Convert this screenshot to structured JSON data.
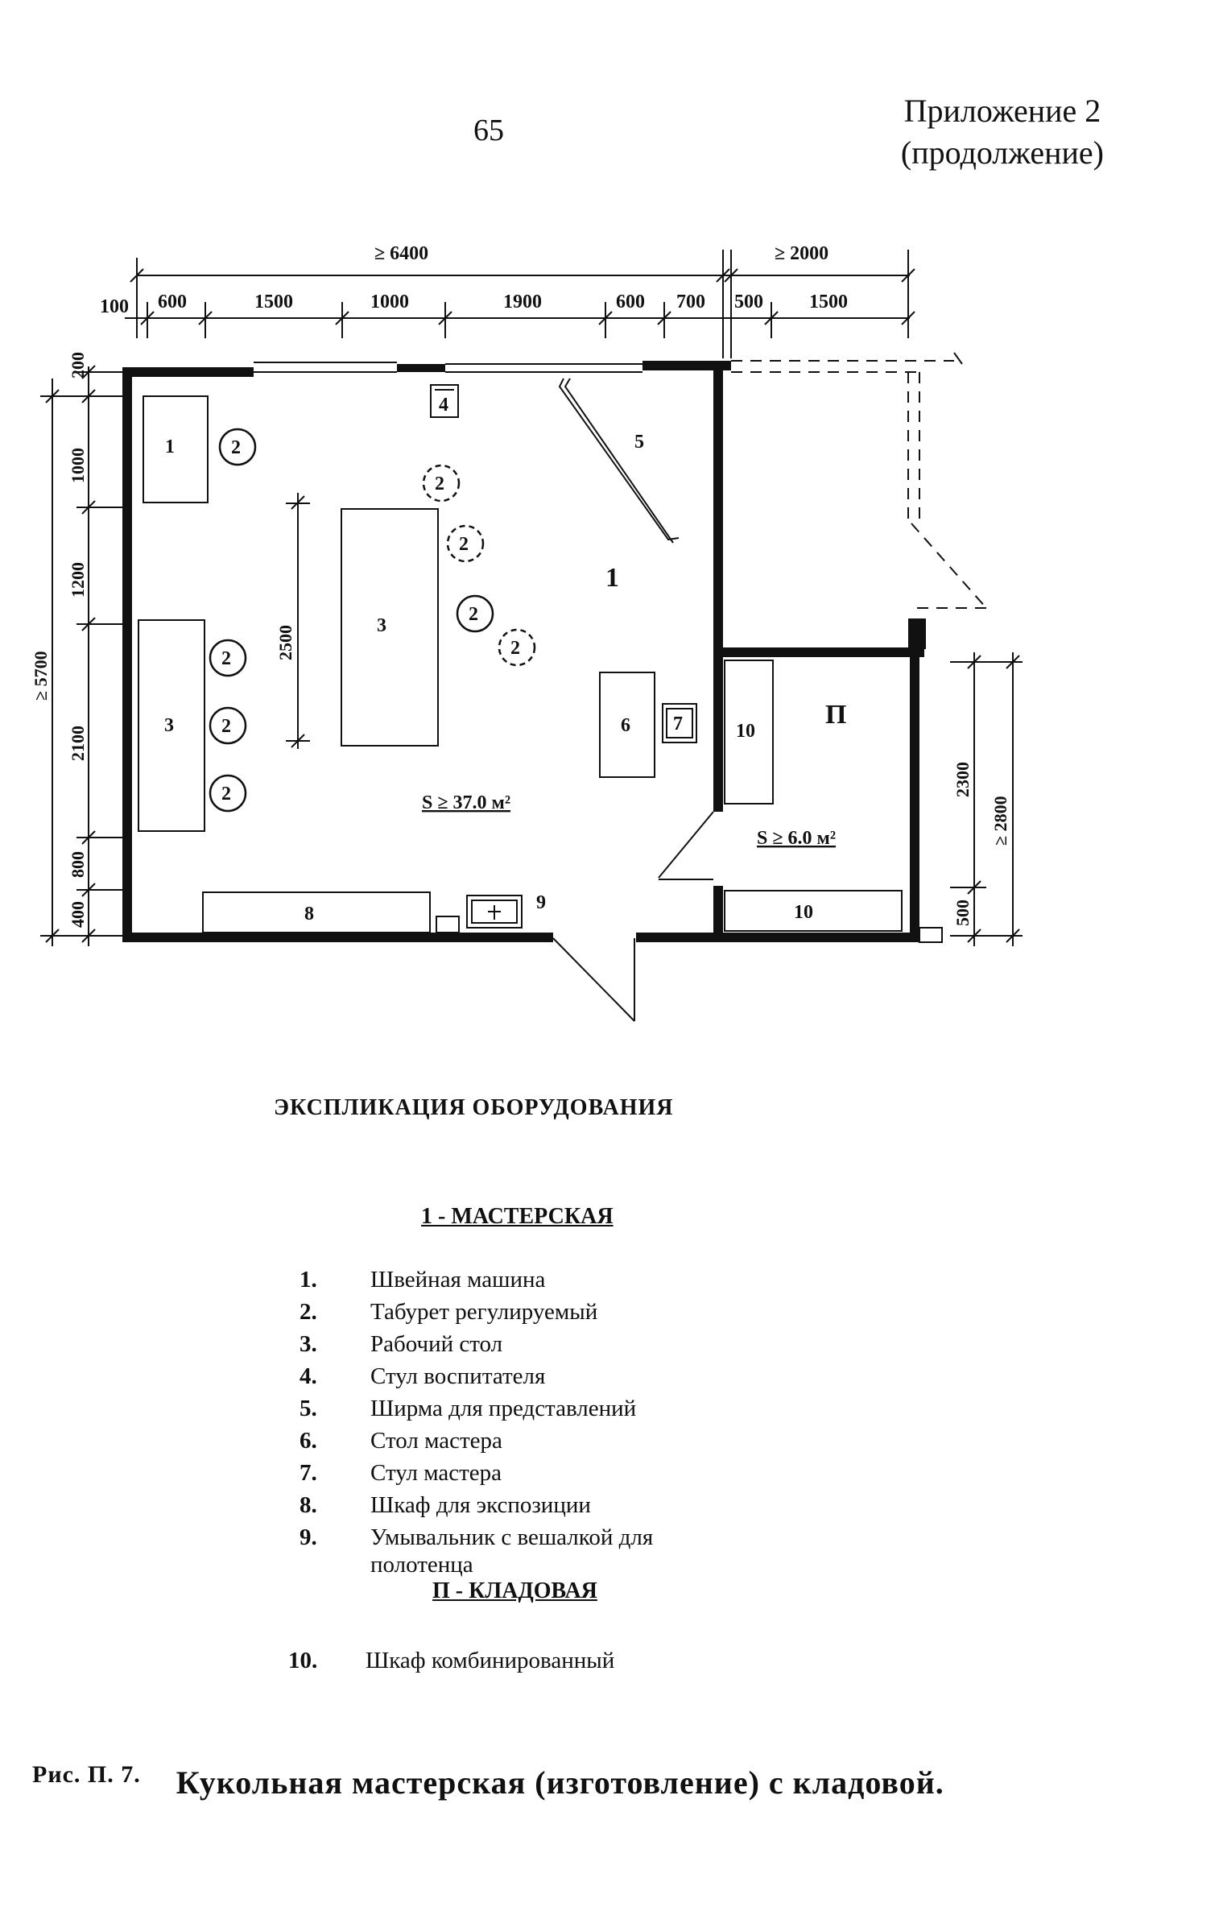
{
  "header": {
    "page_number": "65",
    "appendix_line1": "Приложение 2",
    "appendix_line2": "(продолжение)"
  },
  "plan": {
    "top_total_left": "≥ 6400",
    "top_total_right": "≥ 2000",
    "top_dims": [
      "100",
      "600",
      "1500",
      "1000",
      "1900",
      "600",
      "700",
      "500",
      "1500"
    ],
    "left_dims": [
      "200",
      "1000",
      "1200",
      "2100",
      "800",
      "400"
    ],
    "left_total": "≥ 5700",
    "right_dim_inner": "2300",
    "right_dim_outer": "≥ 2800",
    "right_dim_small": "500",
    "vertical_dim_table": "2500",
    "room1_label": "1",
    "room2_label": "П",
    "area_room1": "S ≥ 37.0 м²",
    "area_room2": "S ≥ 6.0 м²",
    "equipment": {
      "sewing_machine": "1",
      "stool": "2",
      "work_table": "3",
      "teacher_chair": "4",
      "screen": "5",
      "master_table": "6",
      "master_chair": "7",
      "display_cabinet": "8",
      "washbasin": "9",
      "combined_cabinet": "10"
    }
  },
  "explication": {
    "title": "ЭКСПЛИКАЦИЯ ОБОРУДОВАНИЯ",
    "section1_title": "1 - МАСТЕРСКАЯ",
    "section1_items": [
      {
        "num": "1.",
        "text": "Швейная машина"
      },
      {
        "num": "2.",
        "text": "Табурет регулируемый"
      },
      {
        "num": "3.",
        "text": "Рабочий стол"
      },
      {
        "num": "4.",
        "text": "Стул воспитателя"
      },
      {
        "num": "5.",
        "text": "Ширма для представлений"
      },
      {
        "num": "6.",
        "text": "Стол мастера"
      },
      {
        "num": "7.",
        "text": "Стул мастера"
      },
      {
        "num": "8.",
        "text": "Шкаф для экспозиции"
      },
      {
        "num": "9.",
        "text": "Умывальник с вешалкой для полотенца"
      }
    ],
    "section2_title": "П - КЛАДОВАЯ",
    "section2_items": [
      {
        "num": "10.",
        "text": "Шкаф комбинированный"
      }
    ]
  },
  "caption": {
    "prefix": "Рис. П. 7.",
    "text": "Кукольная мастерская (изготовление) с кладовой."
  }
}
